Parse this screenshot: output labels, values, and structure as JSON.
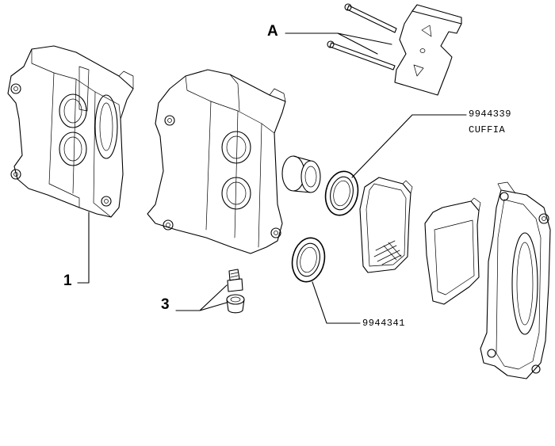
{
  "callouts": {
    "a": "A",
    "one": "1",
    "three": "3",
    "part_9944339": "9944339",
    "cuffia": "CUFFIA",
    "part_9944341": "9944341"
  },
  "colors": {
    "line": "#000000",
    "background": "#ffffff"
  }
}
